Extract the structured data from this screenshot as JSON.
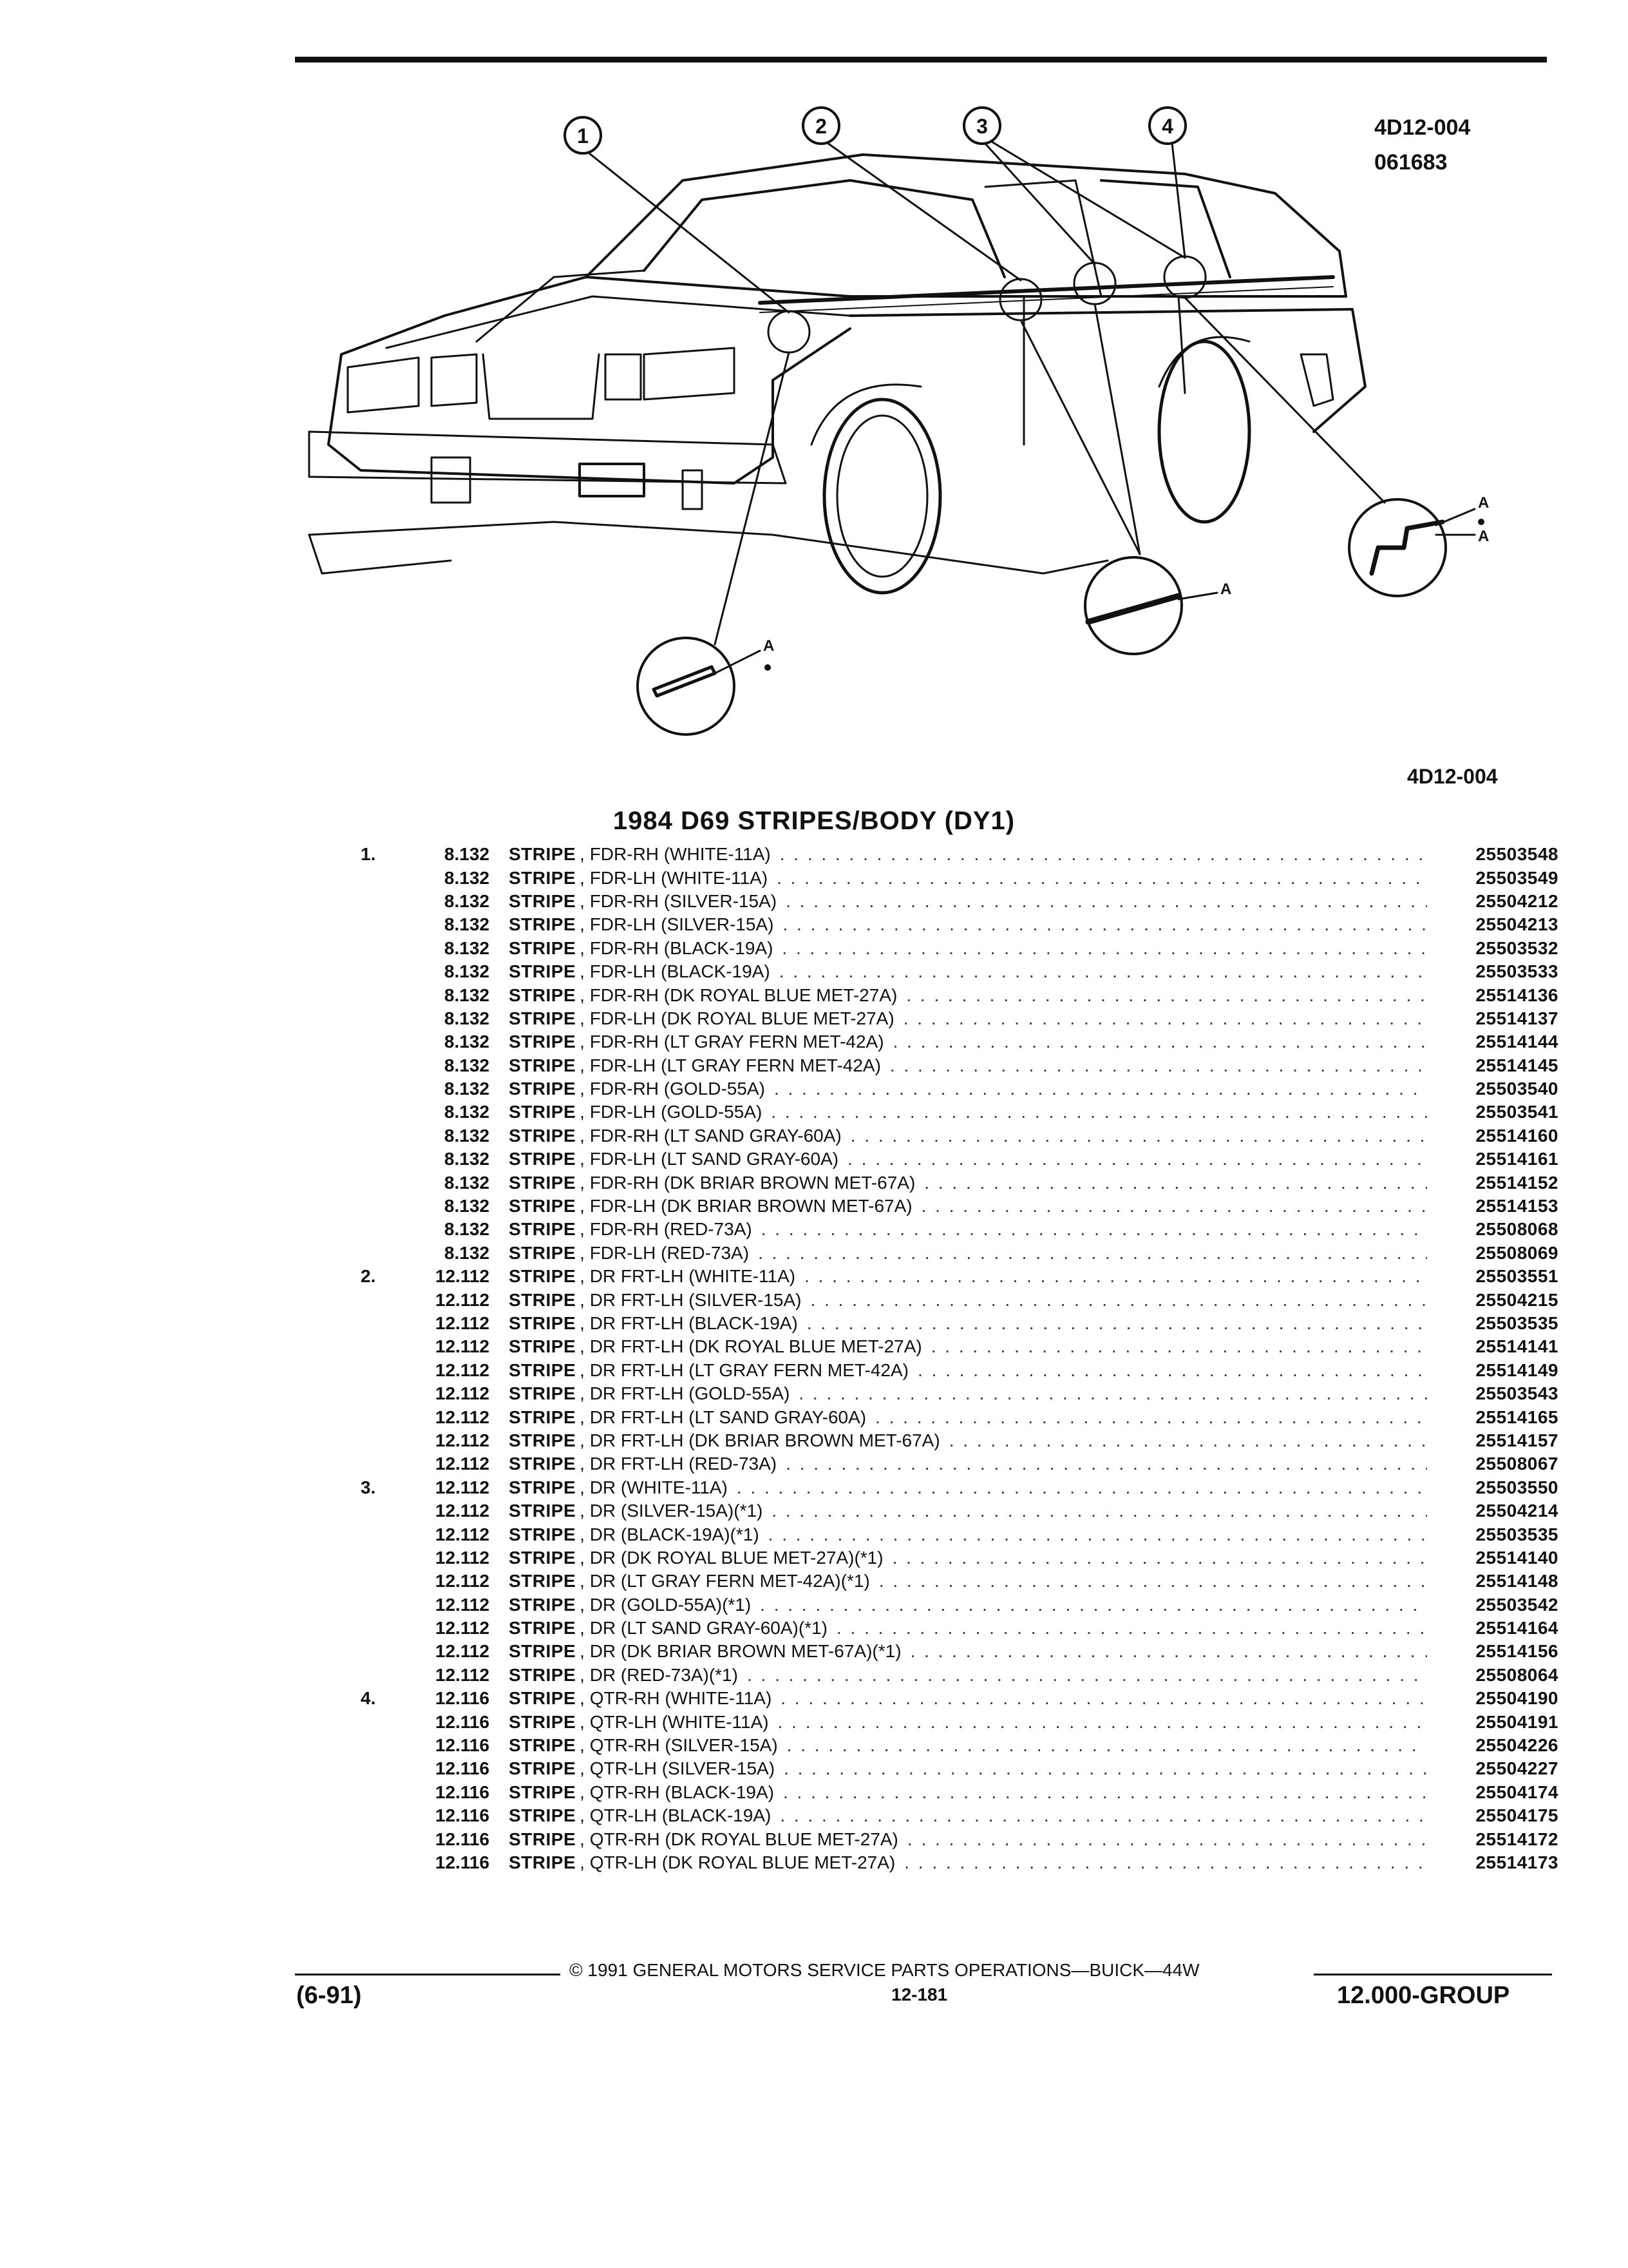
{
  "header": {
    "ref_code": "4D12-004",
    "ref_date": "061683"
  },
  "illustration": {
    "callouts": [
      "1",
      "2",
      "3",
      "4"
    ],
    "detail_marker": "A",
    "caption": "4D12-004"
  },
  "section_title": "1984 D69 STRIPES/BODY (DY1)",
  "parts": [
    {
      "ref": "1.",
      "code": "8.132",
      "noun": "STRIPE",
      "desc": ", FDR-RH (WHITE-11A)",
      "pn": "25503548"
    },
    {
      "ref": "",
      "code": "8.132",
      "noun": "STRIPE",
      "desc": ", FDR-LH (WHITE-11A)",
      "pn": "25503549"
    },
    {
      "ref": "",
      "code": "8.132",
      "noun": "STRIPE",
      "desc": ", FDR-RH (SILVER-15A)",
      "pn": "25504212"
    },
    {
      "ref": "",
      "code": "8.132",
      "noun": "STRIPE",
      "desc": ", FDR-LH (SILVER-15A)",
      "pn": "25504213"
    },
    {
      "ref": "",
      "code": "8.132",
      "noun": "STRIPE",
      "desc": ", FDR-RH (BLACK-19A)",
      "pn": "25503532"
    },
    {
      "ref": "",
      "code": "8.132",
      "noun": "STRIPE",
      "desc": ", FDR-LH (BLACK-19A)",
      "pn": "25503533"
    },
    {
      "ref": "",
      "code": "8.132",
      "noun": "STRIPE",
      "desc": ", FDR-RH (DK ROYAL BLUE MET-27A)",
      "pn": "25514136"
    },
    {
      "ref": "",
      "code": "8.132",
      "noun": "STRIPE",
      "desc": ", FDR-LH (DK ROYAL BLUE MET-27A)",
      "pn": "25514137"
    },
    {
      "ref": "",
      "code": "8.132",
      "noun": "STRIPE",
      "desc": ", FDR-RH (LT GRAY FERN MET-42A)",
      "pn": "25514144"
    },
    {
      "ref": "",
      "code": "8.132",
      "noun": "STRIPE",
      "desc": ", FDR-LH (LT GRAY FERN MET-42A)",
      "pn": "25514145"
    },
    {
      "ref": "",
      "code": "8.132",
      "noun": "STRIPE",
      "desc": ", FDR-RH (GOLD-55A)",
      "pn": "25503540"
    },
    {
      "ref": "",
      "code": "8.132",
      "noun": "STRIPE",
      "desc": ", FDR-LH (GOLD-55A)",
      "pn": "25503541"
    },
    {
      "ref": "",
      "code": "8.132",
      "noun": "STRIPE",
      "desc": ", FDR-RH (LT SAND GRAY-60A)",
      "pn": "25514160"
    },
    {
      "ref": "",
      "code": "8.132",
      "noun": "STRIPE",
      "desc": ", FDR-LH (LT SAND GRAY-60A)",
      "pn": "25514161"
    },
    {
      "ref": "",
      "code": "8.132",
      "noun": "STRIPE",
      "desc": ", FDR-RH (DK BRIAR BROWN MET-67A)",
      "pn": "25514152"
    },
    {
      "ref": "",
      "code": "8.132",
      "noun": "STRIPE",
      "desc": ", FDR-LH (DK BRIAR BROWN MET-67A)",
      "pn": "25514153"
    },
    {
      "ref": "",
      "code": "8.132",
      "noun": "STRIPE",
      "desc": ", FDR-RH (RED-73A)",
      "pn": "25508068"
    },
    {
      "ref": "",
      "code": "8.132",
      "noun": "STRIPE",
      "desc": ", FDR-LH (RED-73A)",
      "pn": "25508069"
    },
    {
      "ref": "2.",
      "code": "12.112",
      "noun": "STRIPE",
      "desc": ", DR FRT-LH (WHITE-11A)",
      "pn": "25503551"
    },
    {
      "ref": "",
      "code": "12.112",
      "noun": "STRIPE",
      "desc": ", DR FRT-LH (SILVER-15A)",
      "pn": "25504215"
    },
    {
      "ref": "",
      "code": "12.112",
      "noun": "STRIPE",
      "desc": ", DR FRT-LH (BLACK-19A)",
      "pn": "25503535"
    },
    {
      "ref": "",
      "code": "12.112",
      "noun": "STRIPE",
      "desc": ", DR FRT-LH (DK ROYAL BLUE MET-27A)",
      "pn": "25514141"
    },
    {
      "ref": "",
      "code": "12.112",
      "noun": "STRIPE",
      "desc": ", DR FRT-LH (LT GRAY FERN MET-42A)",
      "pn": "25514149"
    },
    {
      "ref": "",
      "code": "12.112",
      "noun": "STRIPE",
      "desc": ", DR FRT-LH (GOLD-55A)",
      "pn": "25503543"
    },
    {
      "ref": "",
      "code": "12.112",
      "noun": "STRIPE",
      "desc": ", DR FRT-LH (LT SAND GRAY-60A)",
      "pn": "25514165"
    },
    {
      "ref": "",
      "code": "12.112",
      "noun": "STRIPE",
      "desc": ", DR FRT-LH (DK BRIAR BROWN MET-67A)",
      "pn": "25514157"
    },
    {
      "ref": "",
      "code": "12.112",
      "noun": "STRIPE",
      "desc": ", DR FRT-LH (RED-73A)",
      "pn": "25508067"
    },
    {
      "ref": "3.",
      "code": "12.112",
      "noun": "STRIPE",
      "desc": ", DR (WHITE-11A)",
      "pn": "25503550"
    },
    {
      "ref": "",
      "code": "12.112",
      "noun": "STRIPE",
      "desc": ", DR (SILVER-15A)(*1)",
      "pn": "25504214"
    },
    {
      "ref": "",
      "code": "12.112",
      "noun": "STRIPE",
      "desc": ", DR (BLACK-19A)(*1)",
      "pn": "25503535"
    },
    {
      "ref": "",
      "code": "12.112",
      "noun": "STRIPE",
      "desc": ", DR (DK ROYAL BLUE MET-27A)(*1)",
      "pn": "25514140"
    },
    {
      "ref": "",
      "code": "12.112",
      "noun": "STRIPE",
      "desc": ", DR (LT GRAY FERN MET-42A)(*1)",
      "pn": "25514148"
    },
    {
      "ref": "",
      "code": "12.112",
      "noun": "STRIPE",
      "desc": ", DR (GOLD-55A)(*1)",
      "pn": "25503542"
    },
    {
      "ref": "",
      "code": "12.112",
      "noun": "STRIPE",
      "desc": ", DR (LT SAND GRAY-60A)(*1)",
      "pn": "25514164"
    },
    {
      "ref": "",
      "code": "12.112",
      "noun": "STRIPE",
      "desc": ", DR (DK BRIAR BROWN MET-67A)(*1)",
      "pn": "25514156"
    },
    {
      "ref": "",
      "code": "12.112",
      "noun": "STRIPE",
      "desc": ", DR (RED-73A)(*1)",
      "pn": "25508064"
    },
    {
      "ref": "4.",
      "code": "12.116",
      "noun": "STRIPE",
      "desc": ", QTR-RH (WHITE-11A)",
      "pn": "25504190"
    },
    {
      "ref": "",
      "code": "12.116",
      "noun": "STRIPE",
      "desc": ", QTR-LH (WHITE-11A)",
      "pn": "25504191"
    },
    {
      "ref": "",
      "code": "12.116",
      "noun": "STRIPE",
      "desc": ", QTR-RH (SILVER-15A)",
      "pn": "25504226"
    },
    {
      "ref": "",
      "code": "12.116",
      "noun": "STRIPE",
      "desc": ", QTR-LH (SILVER-15A)",
      "pn": "25504227"
    },
    {
      "ref": "",
      "code": "12.116",
      "noun": "STRIPE",
      "desc": ", QTR-RH (BLACK-19A)",
      "pn": "25504174"
    },
    {
      "ref": "",
      "code": "12.116",
      "noun": "STRIPE",
      "desc": ", QTR-LH (BLACK-19A)",
      "pn": "25504175"
    },
    {
      "ref": "",
      "code": "12.116",
      "noun": "STRIPE",
      "desc": ", QTR-RH (DK ROYAL BLUE MET-27A)",
      "pn": "25514172"
    },
    {
      "ref": "",
      "code": "12.116",
      "noun": "STRIPE",
      "desc": ", QTR-LH (DK ROYAL BLUE MET-27A)",
      "pn": "25514173"
    }
  ],
  "footer": {
    "copyright": "© 1991 GENERAL MOTORS SERVICE PARTS OPERATIONS—BUICK—44W",
    "revision": "(6-91)",
    "page": "12-181",
    "group": "12.000-GROUP"
  }
}
